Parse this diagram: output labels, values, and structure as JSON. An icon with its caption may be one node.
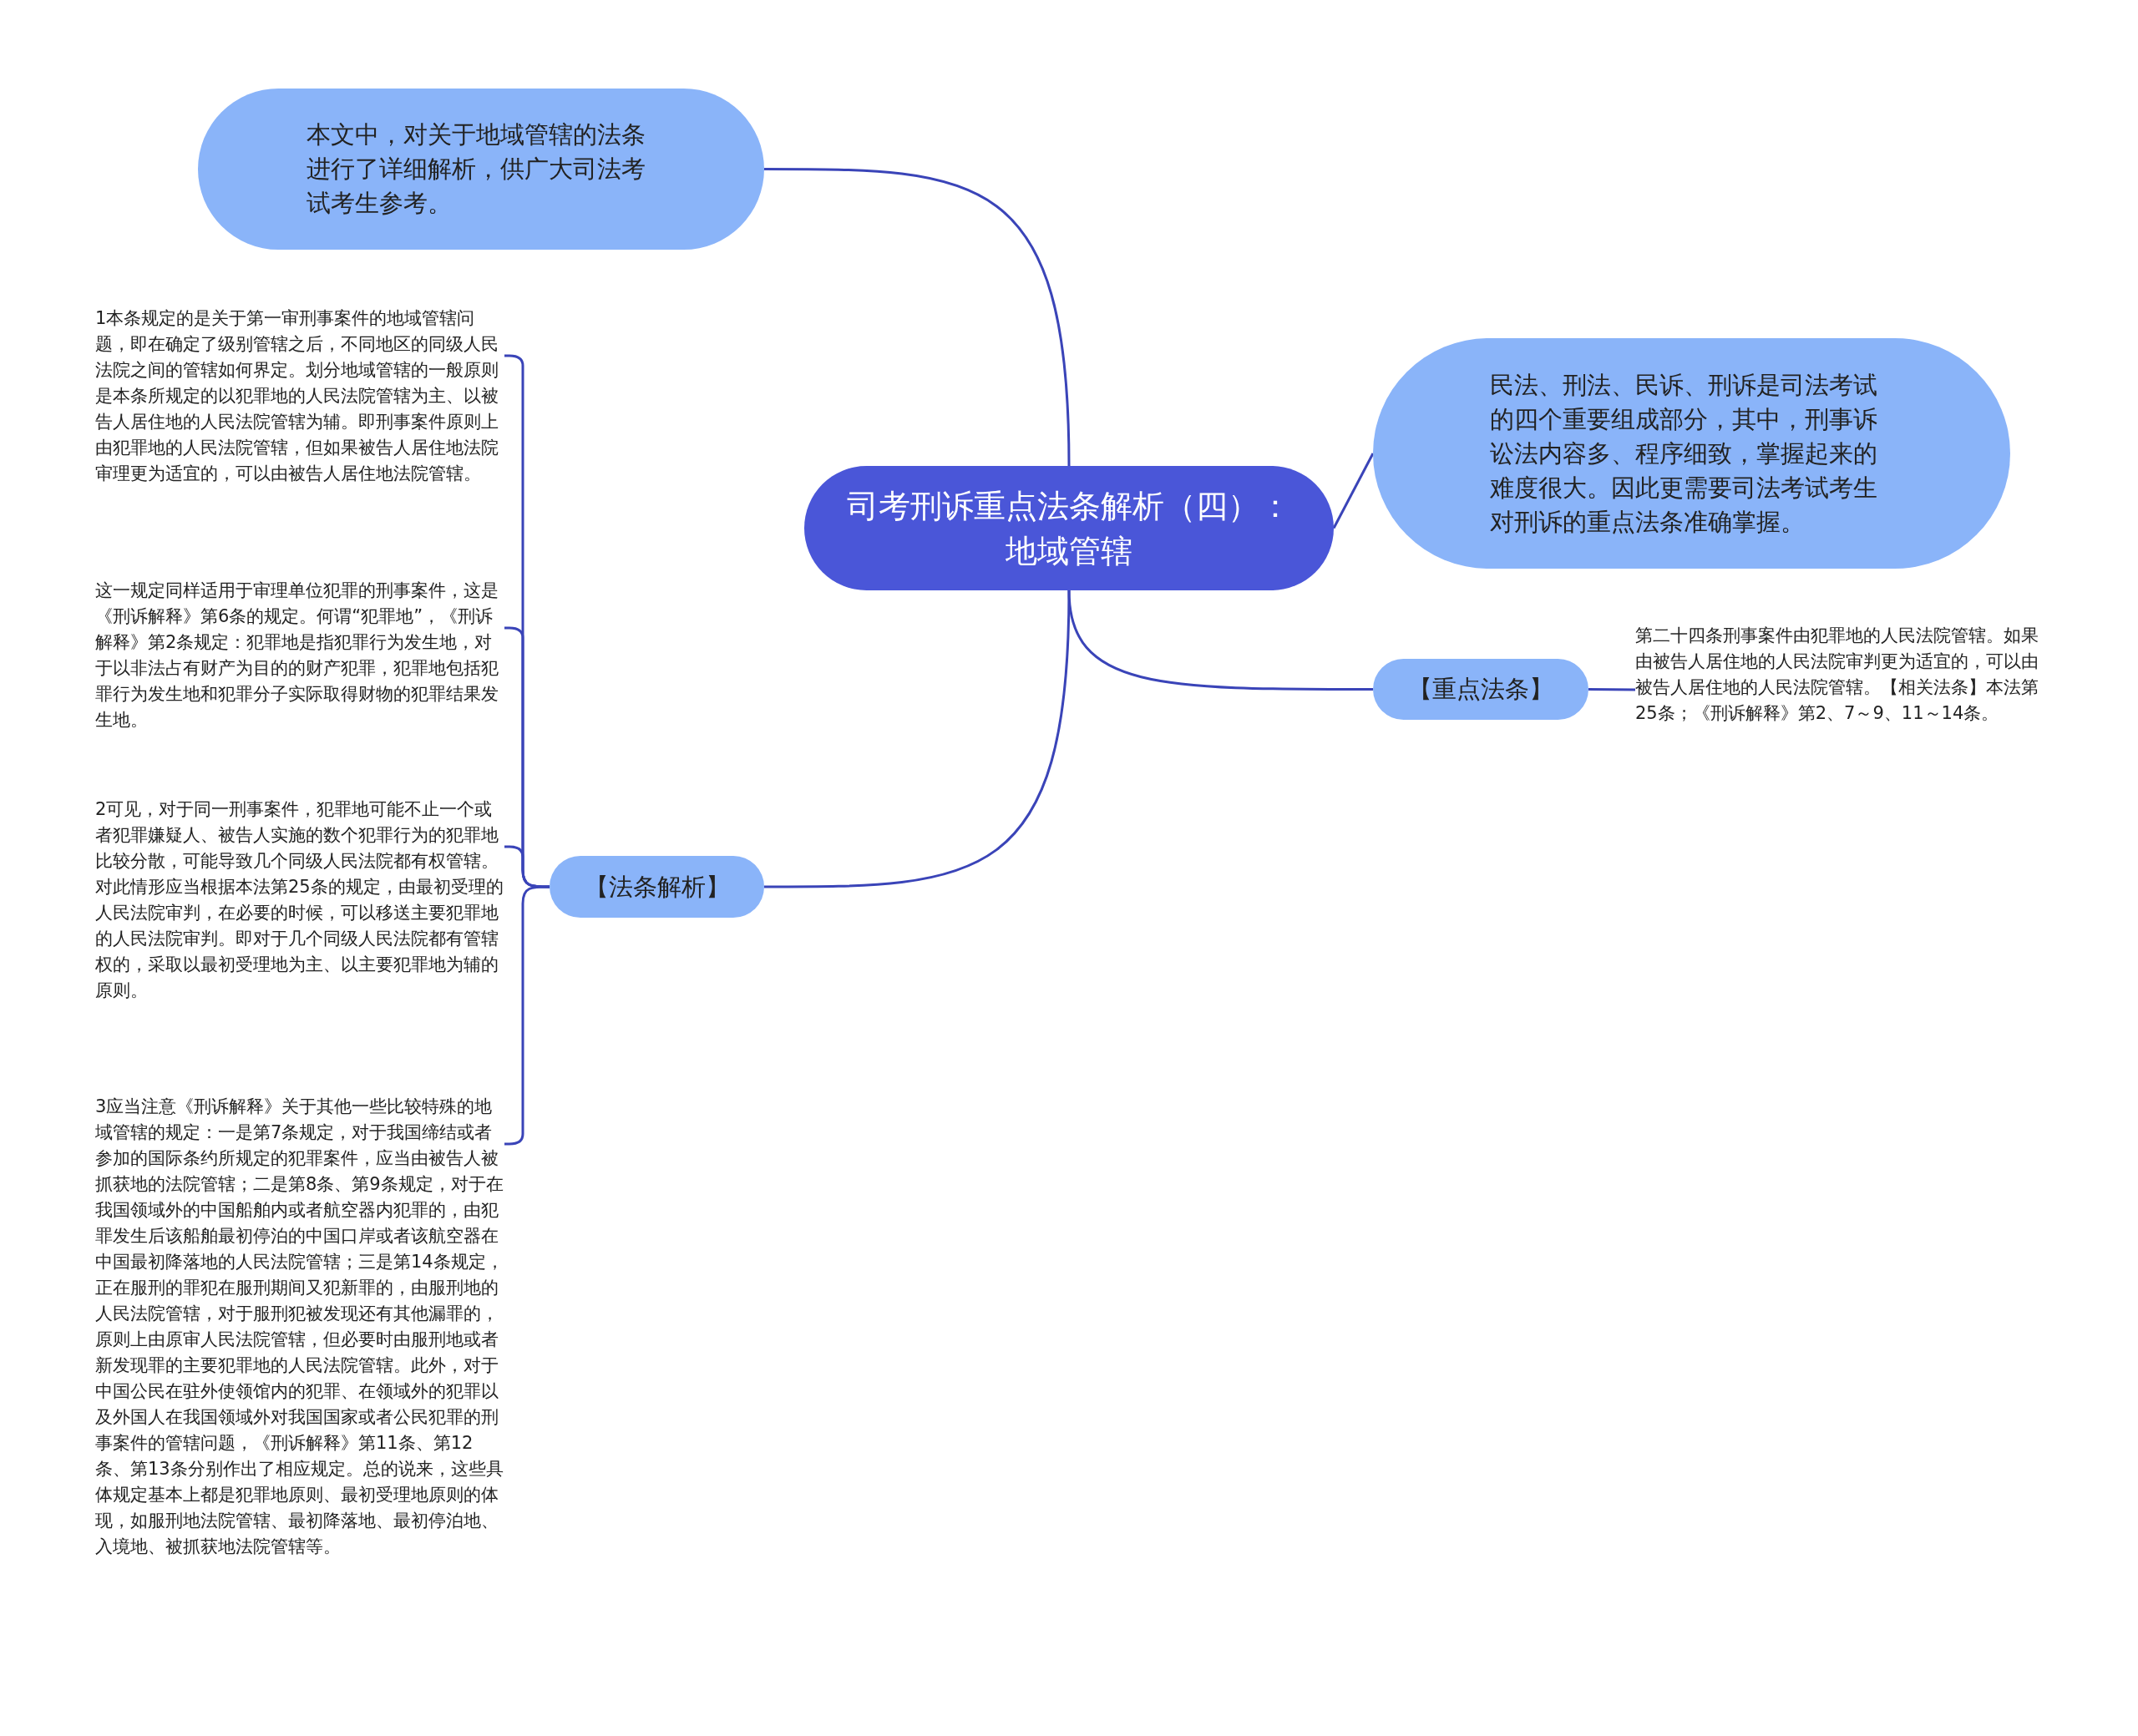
{
  "diagram": {
    "nodes": [
      {
        "text": [
          "司考刑诉重点法条解析（四）：地域管辖"
        ]
      },
      {
        "text": [
          "本文中，对关于地域管辖的法条进行了详细解析，供广大司法考试考生参考。"
        ]
      },
      {
        "text": [
          "民法、刑法、民诉、刑诉是司法考试的四个重要组成部分，其中，刑事诉讼法内容多、程序细致，掌握起来的难度很大。因此更需要司法考试考生对刑诉的重点法条准确掌握。"
        ]
      },
      {
        "text": [
          "【重点法条】"
        ]
      },
      {
        "text": [
          "第二十四条刑事案件由犯罪地的人民法院管辖。如果由被告人居住地的人民法院审判更为适宜的，可以由被告人居住地的人民法院管辖。【相关法条】本法第25条；《刑诉解释》第2、7～9、11～14条。"
        ]
      },
      {
        "text": [
          "【法条解析】"
        ]
      },
      {
        "text": [
          "1本条规定的是关于第一审刑事案件的地域管辖问题，即在确定了级别管辖之后，不同地区的同级人民法院之间的管辖如何界定。划分地域管辖的一般原则是本条所规定的以犯罪地的人民法院管辖为主、以被告人居住地的人民法院管辖为辅。即刑事案件原则上由犯罪地的人民法院管辖，但如果被告人居住地法院审理更为适宜的，可以由被告人居住地法院管辖。"
        ]
      },
      {
        "text": [
          "这一规定同样适用于审理单位犯罪的刑事案件，这是《刑诉解释》第6条的规定。何谓“犯罪地”，《刑诉解释》第2条规定：犯罪地是指犯罪行为发生地，对于以非法占有财产为目的的财产犯罪，犯罪地包括犯罪行为发生地和犯罪分子实际取得财物的犯罪结果发生地。"
        ]
      },
      {
        "text": [
          "2可见，对于同一刑事案件，犯罪地可能不止一个或者犯罪嫌疑人、被告人实施的数个犯罪行为的犯罪地比较分散，可能导致几个同级人民法院都有权管辖。对此情形应当根据本法第25条的规定，由最初受理的人民法院审判，在必要的时候，可以移送主要犯罪地的人民法院审判。即对于几个同级人民法院都有管辖权的，采取以最初受理地为主、以主要犯罪地为辅的原则。"
        ]
      },
      {
        "text": [
          "3应当注意《刑诉解释》关于其他一些比较特殊的地域管辖的规定：一是第7条规定，对于我国缔结或者参加的国际条约所规定的犯罪案件，应当由被告人被抓获地的法院管辖；二是第8条、第9条规定，对于在我国领域外的中国船舶内或者航空器内犯罪的，由犯罪发生后该船舶最初停泊的中国口岸或者该航空器在中国最初降落地的人民法院管辖；三是第14条规定，正在服刑的罪犯在服刑期间又犯新罪的，由服刑地的人民法院管辖，对于服刑犯被发现还有其他漏罪的，原则上由原审人民法院管辖，但必要时由服刑地或者新发现罪的主要犯罪地的人民法院管辖。此外，对于中国公民在驻外使领馆内的犯罪、在领域外的犯罪以及外国人在我国领域外对我国国家或者公民犯罪的刑事案件的管辖问题，《刑诉解释》第11条、第12条、第13条分别作出了相应规定。总的说来，这些具体规定基本上都是犯罪地原则、最初受理地原则的体现，如服刑地法院管辖、最初降落地、最初停泊地、入境地、被抓获地法院管辖等。"
        ]
      }
    ],
    "edges": [
      {
        "from": 0,
        "to": 1,
        "arrow": "none"
      },
      {
        "from": 0,
        "to": 2,
        "arrow": "none"
      },
      {
        "from": 0,
        "to": 3,
        "arrow": "none"
      },
      {
        "from": 3,
        "to": 4,
        "arrow": "none"
      },
      {
        "from": 0,
        "to": 5,
        "arrow": "none"
      },
      {
        "from": 5,
        "to": 6,
        "arrow": "none"
      },
      {
        "from": 5,
        "to": 7,
        "arrow": "none"
      },
      {
        "from": 5,
        "to": 8,
        "arrow": "none"
      },
      {
        "from": 5,
        "to": 9,
        "arrow": "none"
      }
    ]
  }
}
